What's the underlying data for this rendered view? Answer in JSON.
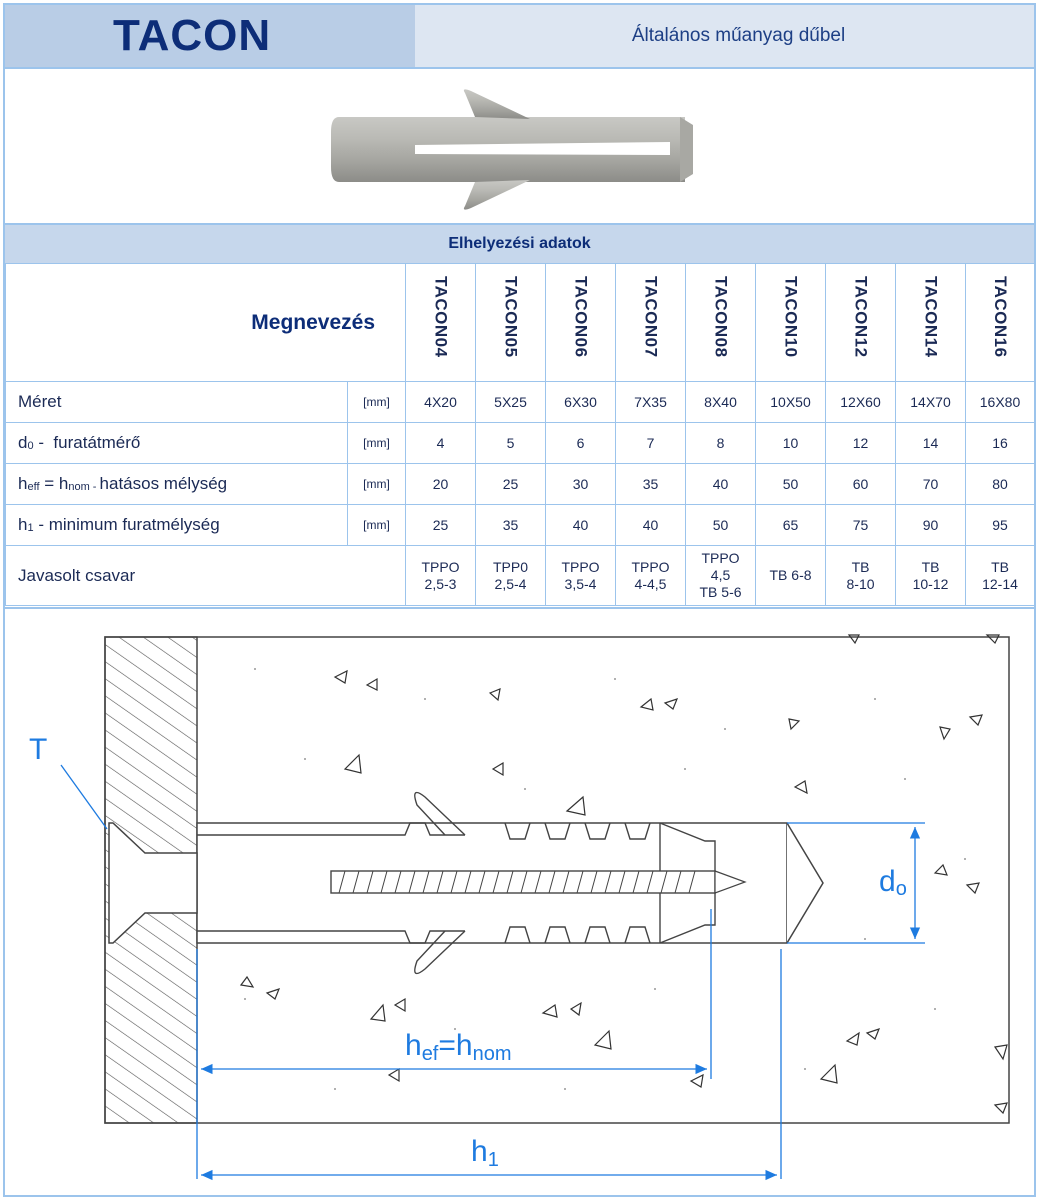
{
  "header": {
    "title": "TACON",
    "subtitle": "Általános műanyag dűbel"
  },
  "section_title": "Elhelyezési adatok",
  "table": {
    "name_header": "Megnevezés",
    "columns": [
      "TACON04",
      "TACON05",
      "TACON06",
      "TACON07",
      "TACON08",
      "TACON10",
      "TACON12",
      "TACON14",
      "TACON16"
    ],
    "rows": [
      {
        "label": "Méret",
        "unit": "[mm]",
        "values": [
          "4X20",
          "5X25",
          "6X30",
          "7X35",
          "8X40",
          "10X50",
          "12X60",
          "14X70",
          "16X80"
        ]
      },
      {
        "label_main": "d",
        "label_sub": "0",
        "label_rest": " -  furatátmérő",
        "unit": "[mm]",
        "values": [
          "4",
          "5",
          "6",
          "7",
          "8",
          "10",
          "12",
          "14",
          "16"
        ]
      },
      {
        "label_main": "h",
        "label_sub": "eff",
        "label_mid": " = h",
        "label_sub2": "nom",
        "label_sub3": " - ",
        "label_rest": "hatásos mélység",
        "unit": "[mm]",
        "values": [
          "20",
          "25",
          "30",
          "35",
          "40",
          "50",
          "60",
          "70",
          "80"
        ]
      },
      {
        "label_main": "h",
        "label_sub": "1",
        "label_rest": " - minimum furatmélység",
        "unit": "[mm]",
        "values": [
          "25",
          "35",
          "40",
          "40",
          "50",
          "65",
          "75",
          "90",
          "95"
        ]
      }
    ],
    "screw_row": {
      "label": "Javasolt csavar",
      "values": [
        [
          "TPPO",
          "2,5-3"
        ],
        [
          "TPP0",
          "2,5-4"
        ],
        [
          "TPPO",
          "3,5-4"
        ],
        [
          "TPPO",
          "4-4,5"
        ],
        [
          "TPPO",
          "4,5",
          "TB 5-6"
        ],
        [
          "TB 6-8"
        ],
        [
          "TB",
          "8-10"
        ],
        [
          "TB",
          "10-12"
        ],
        [
          "TB",
          "12-14"
        ]
      ]
    }
  },
  "drawing": {
    "label_t": "T",
    "label_d": "d",
    "label_d_sub": "o",
    "label_hef": "h",
    "label_hef_sub": "ef",
    "label_hef_eq": "=h",
    "label_hef_sub2": "nom",
    "label_h1": "h",
    "label_h1_sub": "1"
  },
  "colors": {
    "accent_blue": "#1e7be0",
    "header_dark": "#b9cde6",
    "header_light": "#dde6f2",
    "border": "#9cc4ec",
    "title_text": "#0d2d78"
  }
}
